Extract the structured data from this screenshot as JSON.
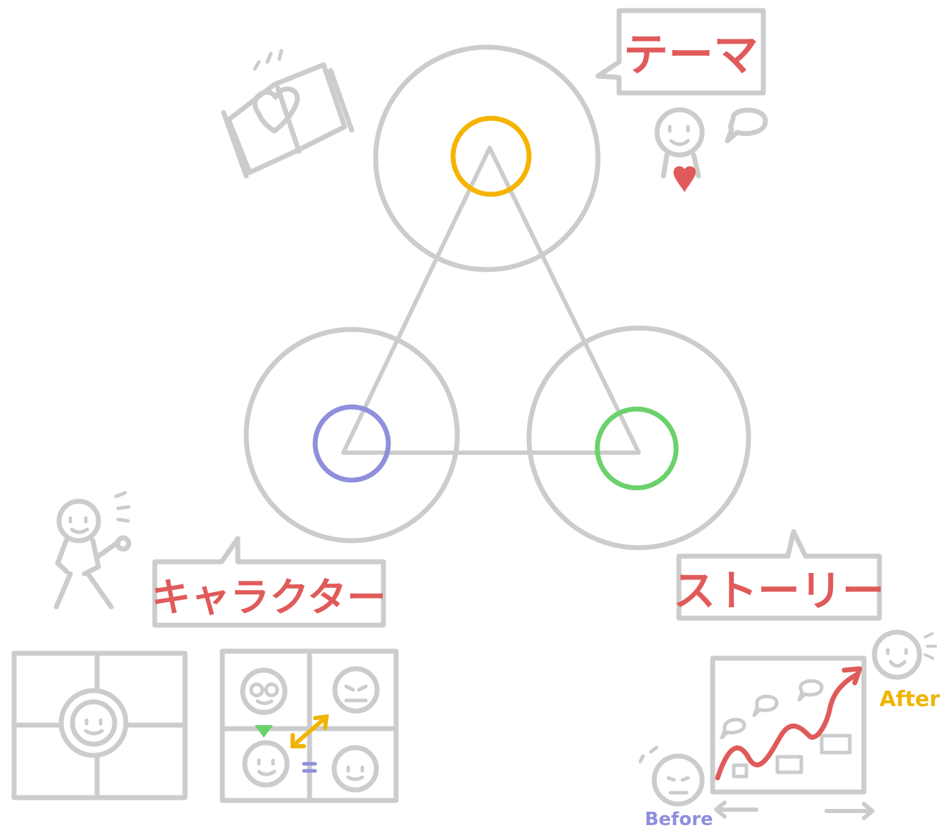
{
  "labels": {
    "theme": "テーマ",
    "character": "キャラクター",
    "story": "ストーリー"
  },
  "story_chart": {
    "before_label": "Before",
    "after_label": "After"
  },
  "colors": {
    "outline": "#cccccc",
    "label_red": "#e05a5a",
    "theme_node": "#f5b400",
    "character_node": "#8f8fdc",
    "story_node": "#6cd16c",
    "after_text": "#f0b400",
    "before_text": "#8f8fdc"
  }
}
